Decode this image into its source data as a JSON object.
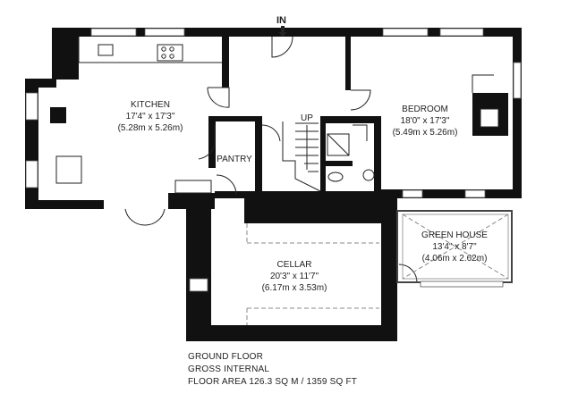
{
  "entrance": {
    "label": "IN"
  },
  "stairs": {
    "label": "UP"
  },
  "rooms": {
    "kitchen": {
      "name": "KITCHEN",
      "dim_imperial": "17'4\" x 17'3\"",
      "dim_metric": "(5.28m x 5.26m)"
    },
    "bedroom": {
      "name": "BEDROOM",
      "dim_imperial": "18'0\" x 17'3\"",
      "dim_metric": "(5.49m x 5.26m)"
    },
    "pantry": {
      "name": "PANTRY"
    },
    "cellar": {
      "name": "CELLAR",
      "dim_imperial": "20'3\" x 11'7\"",
      "dim_metric": "(6.17m x 3.53m)"
    },
    "greenhouse": {
      "name": "GREEN HOUSE",
      "dim_imperial": "13'4\" x 8'7\"",
      "dim_metric": "(4.06m x 2.62m)"
    }
  },
  "footer": {
    "line1": "GROUND FLOOR",
    "line2": "GROSS INTERNAL",
    "line3": "FLOOR AREA 126.3 SQ M / 1359 SQ FT"
  }
}
